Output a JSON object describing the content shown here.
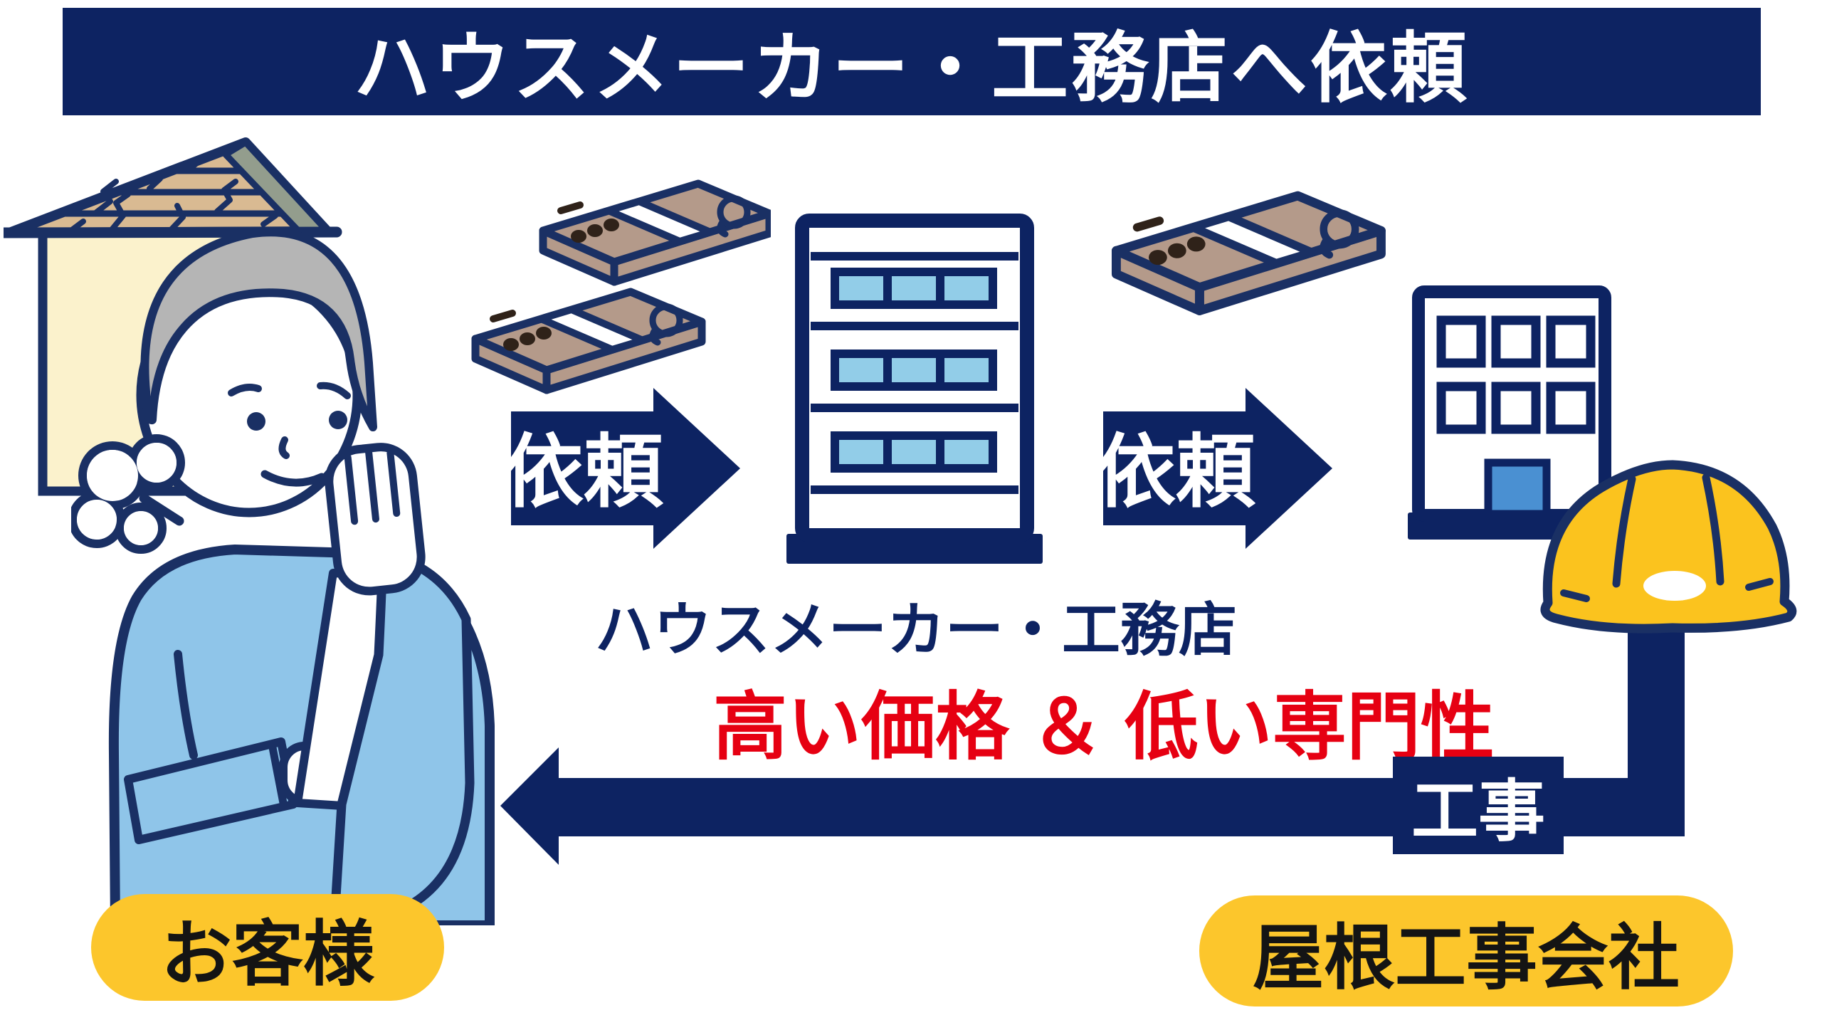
{
  "banner": {
    "title": "ハウスメーカー・工務店へ依頼"
  },
  "flow": {
    "request_arrow_1_label": "依頼",
    "request_arrow_2_label": "依頼",
    "construction_arrow_label": "工事",
    "middle_entity_caption": "ハウスメーカー・工務店",
    "drawback_text": "高い価格 ＆ 低い専門性"
  },
  "entities": {
    "customer_label": "お客様",
    "roofing_company_label": "屋根工事会社"
  },
  "icons": {
    "damaged_house": "damaged-house-icon",
    "worried_person": "worried-person-icon",
    "money_double": "money-stack-double-icon",
    "money_single": "money-stack-single-icon",
    "housemaker_building": "office-building-large-icon",
    "roofing_building": "office-building-small-icon",
    "helmet": "safety-helmet-icon",
    "request_arrow": "request-arrow-icon",
    "construction_arrow": "construction-return-arrow-icon",
    "sigh_puff": "sigh-puff-icon"
  },
  "colors": {
    "navy": "#0d2362",
    "outline": "#1a3064",
    "yellow": "#fbc31e",
    "pill_yellow": "#fcc62c",
    "red": "#e60012",
    "window_blue": "#92cde8",
    "door_blue": "#4a90d2",
    "shirt_blue": "#8fc5e9",
    "wall_cream": "#fbf2cc",
    "roof_tan": "#d9ba92",
    "fascia_gray": "#939d8d",
    "money_tan": "#b49a8a",
    "hair_gray": "#b5b5b5"
  }
}
